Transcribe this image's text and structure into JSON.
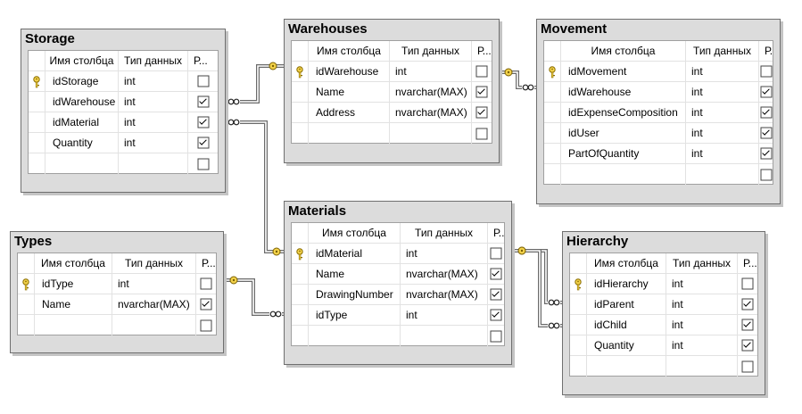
{
  "header": {
    "col_name": "Имя столбца",
    "col_type": "Тип данных",
    "col_null": "Р..."
  },
  "tables": [
    {
      "id": "storage",
      "title": "Storage",
      "columns": [
        {
          "name": "idStorage",
          "type": "int",
          "nullable": false,
          "pk": true
        },
        {
          "name": "idWarehouse",
          "type": "int",
          "nullable": true,
          "pk": false
        },
        {
          "name": "idMaterial",
          "type": "int",
          "nullable": true,
          "pk": false
        },
        {
          "name": "Quantity",
          "type": "int",
          "nullable": true,
          "pk": false
        },
        {
          "name": "",
          "type": "",
          "nullable": false,
          "pk": false
        }
      ]
    },
    {
      "id": "warehouses",
      "title": "Warehouses",
      "columns": [
        {
          "name": "idWarehouse",
          "type": "int",
          "nullable": false,
          "pk": true
        },
        {
          "name": "Name",
          "type": "nvarchar(MAX)",
          "nullable": true,
          "pk": false
        },
        {
          "name": "Address",
          "type": "nvarchar(MAX)",
          "nullable": true,
          "pk": false
        },
        {
          "name": "",
          "type": "",
          "nullable": false,
          "pk": false
        }
      ]
    },
    {
      "id": "movement",
      "title": "Movement",
      "columns": [
        {
          "name": "idMovement",
          "type": "int",
          "nullable": false,
          "pk": true
        },
        {
          "name": "idWarehouse",
          "type": "int",
          "nullable": true,
          "pk": false
        },
        {
          "name": "idExpenseComposition",
          "type": "int",
          "nullable": true,
          "pk": false
        },
        {
          "name": "idUser",
          "type": "int",
          "nullable": true,
          "pk": false
        },
        {
          "name": "PartOfQuantity",
          "type": "int",
          "nullable": true,
          "pk": false
        },
        {
          "name": "",
          "type": "",
          "nullable": false,
          "pk": false
        }
      ]
    },
    {
      "id": "types",
      "title": "Types",
      "columns": [
        {
          "name": "idType",
          "type": "int",
          "nullable": false,
          "pk": true
        },
        {
          "name": "Name",
          "type": "nvarchar(MAX)",
          "nullable": true,
          "pk": false
        },
        {
          "name": "",
          "type": "",
          "nullable": false,
          "pk": false
        }
      ]
    },
    {
      "id": "materials",
      "title": "Materials",
      "columns": [
        {
          "name": "idMaterial",
          "type": "int",
          "nullable": false,
          "pk": true
        },
        {
          "name": "Name",
          "type": "nvarchar(MAX)",
          "nullable": true,
          "pk": false
        },
        {
          "name": "DrawingNumber",
          "type": "nvarchar(MAX)",
          "nullable": true,
          "pk": false
        },
        {
          "name": "idType",
          "type": "int",
          "nullable": true,
          "pk": false
        },
        {
          "name": "",
          "type": "",
          "nullable": false,
          "pk": false
        }
      ]
    },
    {
      "id": "hierarchy",
      "title": "Hierarchy",
      "columns": [
        {
          "name": "idHierarchy",
          "type": "int",
          "nullable": false,
          "pk": true
        },
        {
          "name": "idParent",
          "type": "int",
          "nullable": true,
          "pk": false
        },
        {
          "name": "idChild",
          "type": "int",
          "nullable": true,
          "pk": false
        },
        {
          "name": "Quantity",
          "type": "int",
          "nullable": true,
          "pk": false
        },
        {
          "name": "",
          "type": "",
          "nullable": false,
          "pk": false
        }
      ]
    }
  ]
}
